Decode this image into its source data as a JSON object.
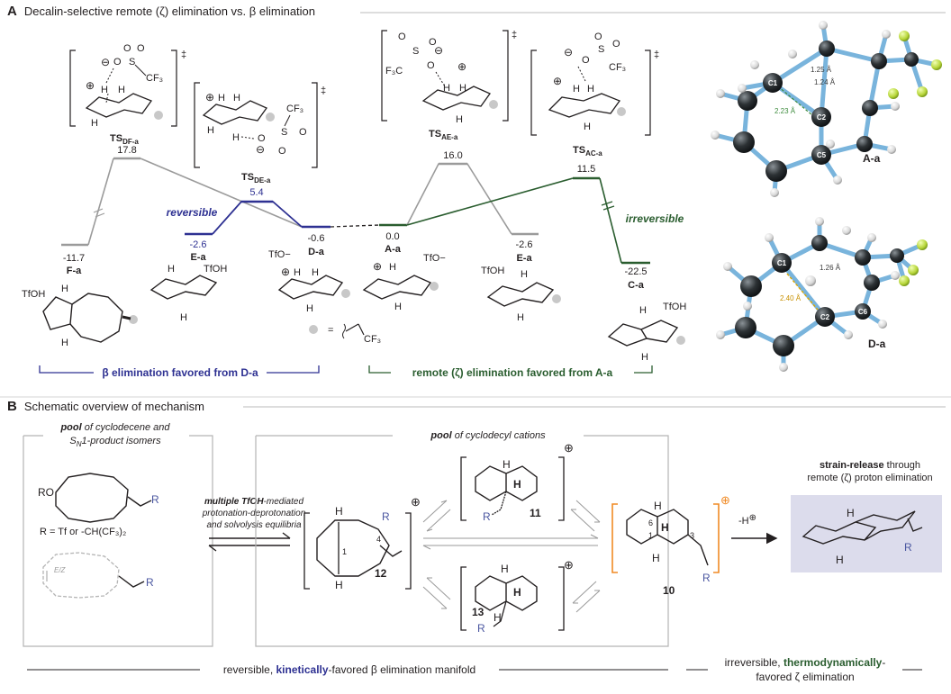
{
  "panel_a": {
    "letter": "A",
    "title": "Decalin-selective remote (ζ) elimination vs. β elimination",
    "ts_labels": {
      "df": "TS",
      "df_sub": "DF-a",
      "de": "TS",
      "de_sub": "DE-a",
      "ae": "TS",
      "ae_sub": "AE-a",
      "ac": "TS",
      "ac_sub": "AC-a"
    },
    "species": {
      "f": "F-a",
      "e_left": "E-a",
      "d": "D-a",
      "a": "A-a",
      "e_right": "E-a",
      "c": "C-a"
    },
    "energies": {
      "f": "-11.7",
      "ts_df": "17.8",
      "e_left": "-2.6",
      "ts_de": "5.4",
      "d": "-0.6",
      "a": "0.0",
      "ts_ae": "16.0",
      "e_right": "-2.6",
      "ts_ac": "11.5",
      "c": "-22.5"
    },
    "annotations": {
      "reversible": "reversible",
      "irreversible": "irreversible"
    },
    "reagents": {
      "tfoh": "TfOH",
      "tfo_minus": "TfO−",
      "dagger": "‡",
      "cf3": "CF₃",
      "f3c": "F₃C",
      "o": "O",
      "s": "S",
      "h": "H",
      "plus": "⊕",
      "minus": "⊖"
    },
    "legend": {
      "equals": "=",
      "group": "CF₃"
    },
    "brackets": {
      "beta": "β elimination favored from D-a",
      "remote": "remote (ζ) elimination favored from A-a"
    },
    "models": {
      "a_label": "A-a",
      "d_label": "D-a",
      "a_d1": "1.25 Å",
      "a_d2": "1.24 Å",
      "a_d3": "2.23 Å",
      "d_d1": "1.26 Å",
      "d_d2": "2.40 Å",
      "c1": "C1",
      "c2": "C2",
      "c5": "C5",
      "c6": "C6",
      "h": "H"
    }
  },
  "panel_b": {
    "letter": "B",
    "title": "Schematic overview of mechanism",
    "pool_left": {
      "bold": "pool",
      "rest": " of cyclodecene and",
      "line2": "S",
      "line2_sub": "N",
      "line2_rest": "1-product isomers"
    },
    "ro": "RO",
    "r": "R",
    "r_def": "R = Tf or -CH(CF₃)₂",
    "ez": "E/Z",
    "equilibria": {
      "line1_bold": "multiple TfOH",
      "line1_rest": "-mediated",
      "line2": "protonation-deprotonation",
      "line3": "and solvolysis equilibria"
    },
    "pool_right": {
      "bold": "pool",
      "rest": " of cyclodecyl cations"
    },
    "cations": {
      "c11": "11",
      "c12": "12",
      "c13": "13",
      "c10": "10"
    },
    "locants": {
      "one": "1",
      "four": "4",
      "three": "3",
      "six": "6"
    },
    "strain": {
      "bold": "strain-release",
      "rest": " through",
      "line2": "remote (ζ) proton elimination"
    },
    "minus_h": "-H",
    "footer_left": {
      "pre": "reversible, ",
      "bold": "kinetically",
      "post": "-favored β elimination manifold"
    },
    "footer_right": {
      "pre": "irreversible, ",
      "bold": "thermodynamically",
      "post": "-",
      "line2": "favored ζ elimination"
    }
  },
  "colors": {
    "blue": "#2e3192",
    "green": "#2a5d2f",
    "gray": "#9b9b9b",
    "orange": "#f08a24",
    "atom": "#2d3235",
    "bond": "#79b4dc",
    "yellow_f": "#b7d63a",
    "product_box": "#dcdcec"
  }
}
